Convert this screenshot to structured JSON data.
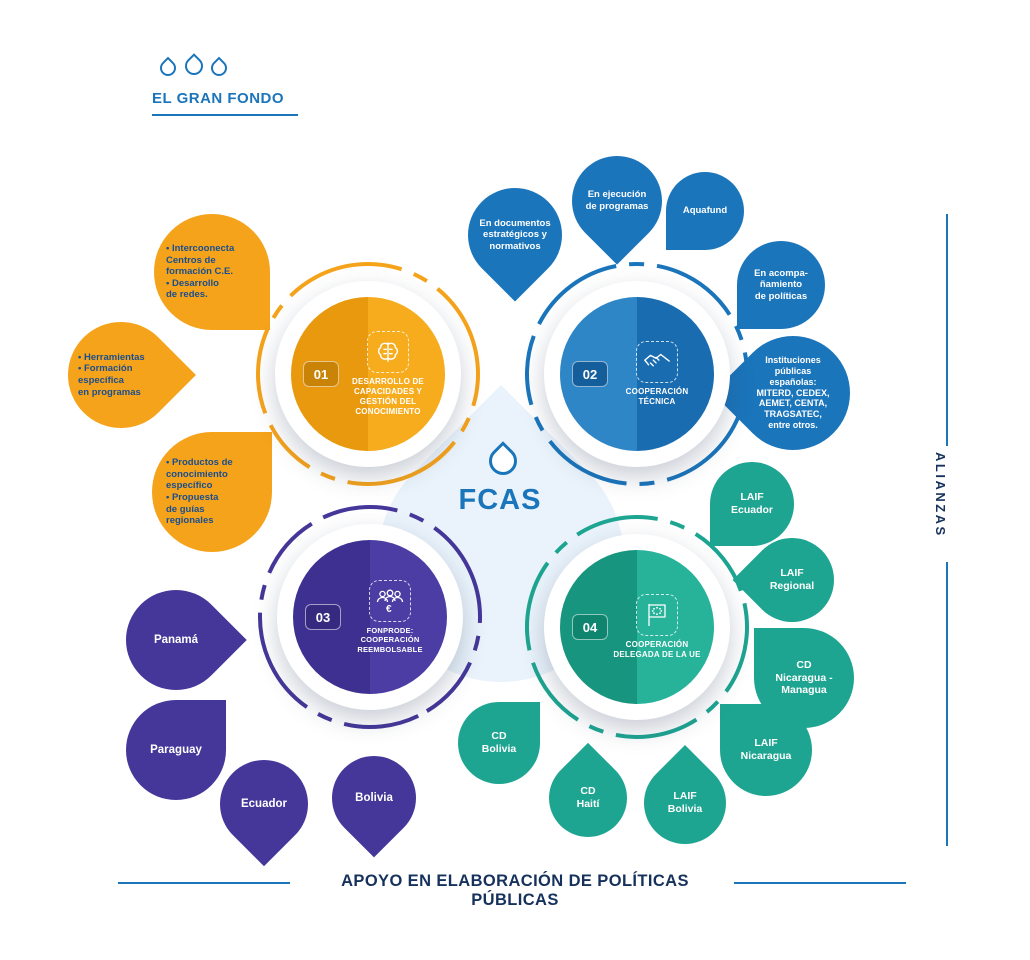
{
  "logo": {
    "title": "EL GRAN FONDO",
    "icon": "three-droplets-icon"
  },
  "center": {
    "label": "FCAS",
    "icon": "droplet-icon"
  },
  "right_rail": {
    "label": "ALIANZAS"
  },
  "footer": {
    "label": "APOYO EN ELABORACIÓN DE POLÍTICAS PÚBLICAS"
  },
  "palette": {
    "orange": "#F5A31B",
    "blue": "#1B75BB",
    "purple": "#453799",
    "teal": "#1EA591",
    "watermark_blue": "#EAF3FB",
    "navy_text": "#16325C",
    "orange_drop_text": "#1A4E8F"
  },
  "sections": [
    {
      "number": "01",
      "title": "DESARROLLO DE CAPACIDADES Y GESTIÓN DEL CONOCIMIENTO",
      "icon": "brain-icon",
      "drops": [
        {
          "text": "• Intercoonecta\nCentros de\nformación C.E.\n• Desarrollo\nde redes."
        },
        {
          "text": "• Herramientas\n• Formación\nespecífica\nen programas"
        },
        {
          "text": "• Productos de\nconocimiento\nespecífico\n• Propuesta\nde guías\nregionales"
        }
      ]
    },
    {
      "number": "02",
      "title": "COOPERACIÓN TÉCNICA",
      "icon": "handshake-icon",
      "drops": [
        {
          "text": "En documentos\nestratégicos y\nnormativos"
        },
        {
          "text": "En ejecución\nde programas"
        },
        {
          "text": "Aquafund"
        },
        {
          "text": "En acompa-\nñamiento\nde políticas"
        },
        {
          "text": "Instituciones\npúblicas\nespañolas:\nMITERD, CEDEX,\nAEMET, CENTA,\nTRAGSATEC,\nentre otros."
        }
      ]
    },
    {
      "number": "03",
      "title": "FONPRODE: COOPERACIÓN REEMBOLSABLE",
      "icon": "people-euro-icon",
      "drops": [
        {
          "text": "Panamá"
        },
        {
          "text": "Paraguay"
        },
        {
          "text": "Ecuador"
        },
        {
          "text": "Bolivia"
        }
      ]
    },
    {
      "number": "04",
      "title": "COOPERACIÓN DELEGADA DE LA UE",
      "icon": "eu-flag-icon",
      "drops": [
        {
          "text": "LAIF\nEcuador"
        },
        {
          "text": "LAIF\nRegional"
        },
        {
          "text": "CD\nNicaragua -\nManagua"
        },
        {
          "text": "LAIF\nNicaragua"
        },
        {
          "text": "LAIF\nBolivia"
        },
        {
          "text": "CD\nHaití"
        },
        {
          "text": "CD\nBolivia"
        }
      ]
    }
  ]
}
